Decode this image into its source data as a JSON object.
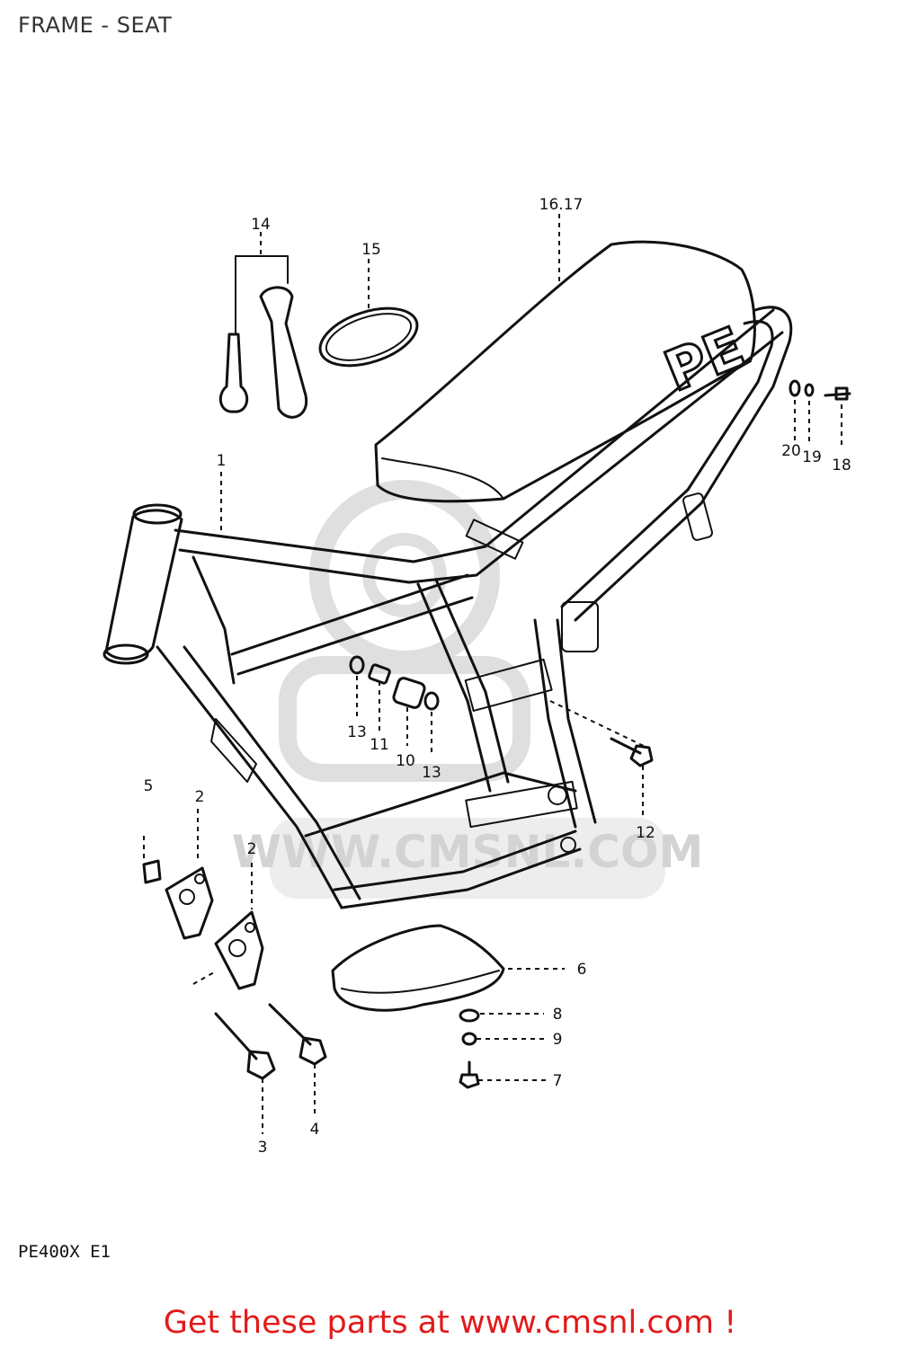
{
  "header": {
    "title": "FRAME - SEAT"
  },
  "diagram": {
    "seat_logo": "PE",
    "watermark": "WWW.CMSNL.COM",
    "callouts": [
      {
        "id": "c1",
        "label": "1"
      },
      {
        "id": "c2a",
        "label": "2"
      },
      {
        "id": "c2b",
        "label": "2"
      },
      {
        "id": "c3",
        "label": "3"
      },
      {
        "id": "c4",
        "label": "4"
      },
      {
        "id": "c5",
        "label": "5"
      },
      {
        "id": "c6",
        "label": "6"
      },
      {
        "id": "c7",
        "label": "7"
      },
      {
        "id": "c8",
        "label": "8"
      },
      {
        "id": "c9",
        "label": "9"
      },
      {
        "id": "c10",
        "label": "10"
      },
      {
        "id": "c11",
        "label": "11"
      },
      {
        "id": "c12",
        "label": "12"
      },
      {
        "id": "c13a",
        "label": "13"
      },
      {
        "id": "c13b",
        "label": "13"
      },
      {
        "id": "c14",
        "label": "14"
      },
      {
        "id": "c15",
        "label": "15"
      },
      {
        "id": "c1617",
        "label": "16.17"
      },
      {
        "id": "c18",
        "label": "18"
      },
      {
        "id": "c19",
        "label": "19"
      },
      {
        "id": "c20",
        "label": "20"
      }
    ]
  },
  "footer": {
    "model_code": "PE400X E1",
    "cta": "Get these parts at www.cmsnl.com !"
  }
}
